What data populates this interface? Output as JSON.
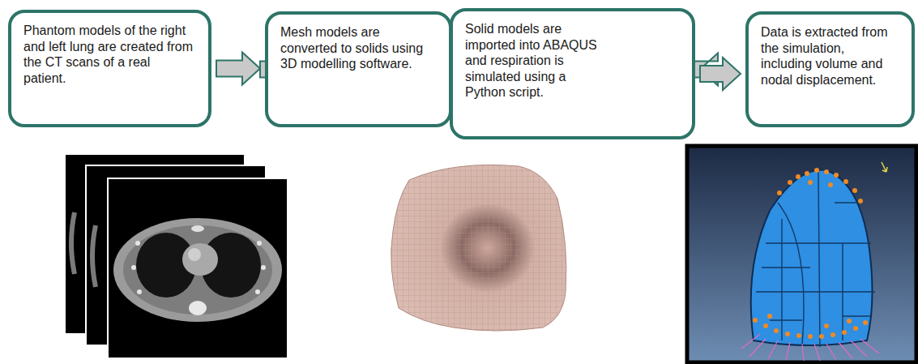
{
  "diagram": {
    "nodes": [
      {
        "text": [
          "Phantom models of the right and left lung are created from the CT scans of a real patient."
        ]
      },
      {
        "text": [
          "Mesh models are converted to solids using 3D modelling software."
        ]
      },
      {
        "text": [
          "Solid models are imported into ABAQUS and respiration is simulated using a Python script."
        ]
      },
      {
        "text": [
          "Data is extracted from the simulation, including volume and nodal displacement."
        ]
      }
    ],
    "edges": [
      {
        "from": 0,
        "to": 1,
        "arrow": "to"
      },
      {
        "from": 1,
        "to": 2,
        "arrow": "to"
      },
      {
        "from": 2,
        "to": 3,
        "arrow": "to"
      }
    ]
  }
}
